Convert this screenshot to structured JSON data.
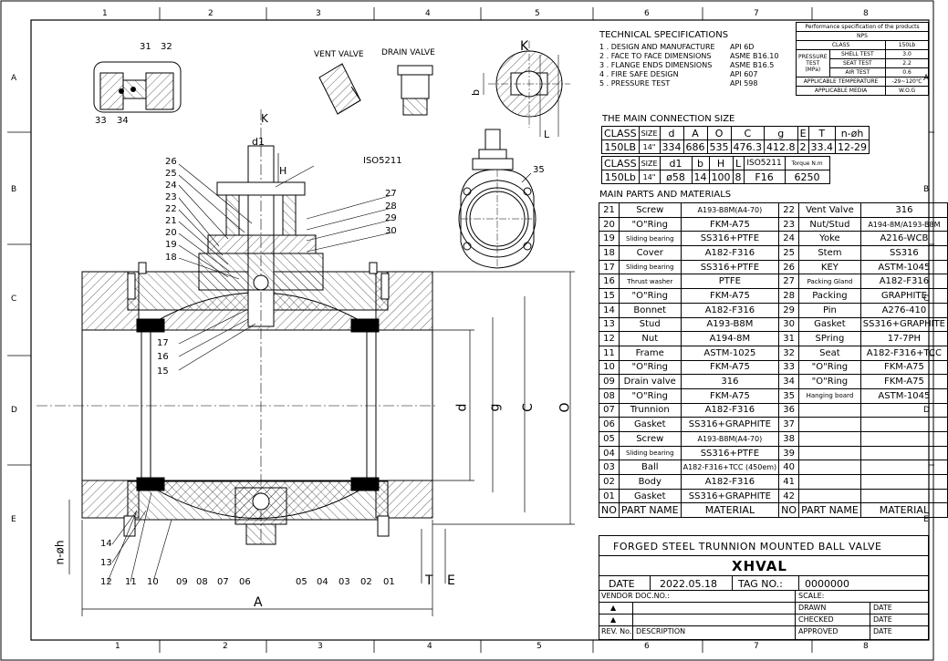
{
  "grid": {
    "cols": [
      "1",
      "2",
      "3",
      "4",
      "5",
      "6",
      "7",
      "8"
    ],
    "rows": [
      "A",
      "B",
      "C",
      "D",
      "E"
    ]
  },
  "tech_spec": {
    "title": "TECHNICAL SPECIFICATIONS",
    "items": [
      {
        "label": "1 . DESIGN AND MANUFACTURE",
        "value": "API 6D"
      },
      {
        "label": "2 . FACE TO FACE DIMENSIONS",
        "value": "ASME B16.10"
      },
      {
        "label": "3 . FLANGE ENDS DIMENSIONS",
        "value": "ASME B16.5"
      },
      {
        "label": "4 . FIRE SAFE DESIGN",
        "value": "API 607"
      },
      {
        "label": "5 . PRESSURE TEST",
        "value": "API 598"
      }
    ]
  },
  "performance": {
    "title": "Performance specification of the products",
    "nps": "NPS",
    "class_label": "CLASS",
    "class_value": "150Lb",
    "pressure_test": "PRESSURE TEST (MPa)",
    "shell_label": "SHELL TEST",
    "shell_value": "3.0",
    "seat_label": "SEAT TEST",
    "seat_value": "2.2",
    "air_label": "AIR TEST",
    "air_value": "0.6",
    "temp_label": "APPLICABLE TEMPERATURE",
    "temp_value": "-29~120℃",
    "media_label": "APPLICABLE MEDIA",
    "media_value": "W.O.G"
  },
  "connection": {
    "title": "THE MAIN CONNECTION SIZE",
    "header1": [
      "CLASS",
      "SIZE",
      "d",
      "A",
      "O",
      "C",
      "g",
      "E",
      "T",
      "n-øh"
    ],
    "row1": [
      "150LB",
      "14\"",
      "334",
      "686",
      "535",
      "476.3",
      "412.8",
      "2",
      "33.4",
      "12-29"
    ],
    "header2": [
      "CLASS",
      "SIZE",
      "d1",
      "b",
      "H",
      "L",
      "ISO5211",
      "Torque N.m"
    ],
    "row2": [
      "150Lb",
      "14\"",
      "ø58",
      "14",
      "100",
      "8",
      "F16",
      "6250"
    ]
  },
  "parts": {
    "title": "MAIN PARTS AND MATERIALS",
    "rows": [
      [
        "21",
        "Screw",
        "A193-B8M(A4-70)",
        "22",
        "Vent Valve",
        "316"
      ],
      [
        "20",
        "\"O\"Ring",
        "FKM-A75",
        "23",
        "Nut/Stud",
        "A194-8M/A193-B8M"
      ],
      [
        "19",
        "Sliding bearing",
        "SS316+PTFE",
        "24",
        "Yoke",
        "A216-WCB"
      ],
      [
        "18",
        "Cover",
        "A182-F316",
        "25",
        "Stem",
        "SS316"
      ],
      [
        "17",
        "Sliding bearing",
        "SS316+PTFE",
        "26",
        "KEY",
        "ASTM-1045"
      ],
      [
        "16",
        "Thrust washer",
        "PTFE",
        "27",
        "Packing Gland",
        "A182-F316"
      ],
      [
        "15",
        "\"O\"Ring",
        "FKM-A75",
        "28",
        "Packing",
        "GRAPHITE"
      ],
      [
        "14",
        "Bonnet",
        "A182-F316",
        "29",
        "Pin",
        "A276-410"
      ],
      [
        "13",
        "Stud",
        "A193-B8M",
        "30",
        "Gasket",
        "SS316+GRAPHITE"
      ],
      [
        "12",
        "Nut",
        "A194-8M",
        "31",
        "SPring",
        "17-7PH"
      ],
      [
        "11",
        "Frame",
        "ASTM-1025",
        "32",
        "Seat",
        "A182-F316+TCC"
      ],
      [
        "10",
        "\"O\"Ring",
        "FKM-A75",
        "33",
        "\"O\"Ring",
        "FKM-A75"
      ],
      [
        "09",
        "Drain valve",
        "316",
        "34",
        "\"O\"Ring",
        "FKM-A75"
      ],
      [
        "08",
        "\"O\"Ring",
        "FKM-A75",
        "35",
        "Hanging board",
        "ASTM-1045"
      ],
      [
        "07",
        "Trunnion",
        "A182-F316",
        "36",
        "",
        ""
      ],
      [
        "06",
        "Gasket",
        "SS316+GRAPHITE",
        "37",
        "",
        ""
      ],
      [
        "05",
        "Screw",
        "A193-B8M(A4-70)",
        "38",
        "",
        ""
      ],
      [
        "04",
        "Sliding bearing",
        "SS316+PTFE",
        "39",
        "",
        ""
      ],
      [
        "03",
        "Ball",
        "A182-F316+TCC (450em)",
        "40",
        "",
        ""
      ],
      [
        "02",
        "Body",
        "A182-F316",
        "41",
        "",
        ""
      ],
      [
        "01",
        "Gasket",
        "SS316+GRAPHITE",
        "42",
        "",
        ""
      ]
    ],
    "header": [
      "NO",
      "PART NAME",
      "MATERIAL",
      "NO",
      "PART NAME",
      "MATERIAL"
    ]
  },
  "title_block": {
    "product": "FORGED STEEL TRUNNION MOUNTED BALL VALVE",
    "brand": "XHVAL",
    "date_label": "DATE",
    "date_value": "2022.05.18",
    "tag_label": "TAG NO.:",
    "tag_value": "0000000",
    "vendor_label": "VENDOR DOC.NO.:",
    "scale_label": "SCALE:",
    "drawn_label": "DRAWN",
    "checked_label": "CHECKED",
    "approved_label": "APPROVED",
    "date_col": "DATE",
    "rev_no": "REV. No.",
    "description": "DESCRIPTION",
    "rev_marks": [
      "▲",
      "▲"
    ]
  },
  "drawing_labels": {
    "vent_valve": "VENT VALVE",
    "drain_valve": "DRAIN VALVE",
    "iso": "ISO5211",
    "view_k": "K",
    "view_k2": "K",
    "dim_d1": "d1",
    "dim_H": "H",
    "dim_A": "A",
    "dim_d": "d",
    "dim_g": "g",
    "dim_C": "C",
    "dim_O": "O",
    "dim_T": "T",
    "dim_E": "E",
    "dim_nh": "n-øh",
    "dim_b": "b",
    "dim_L": "L",
    "callouts_top": [
      "31",
      "32",
      "33",
      "34"
    ],
    "callouts_left": [
      "26",
      "25",
      "24",
      "23",
      "22",
      "21",
      "20",
      "19",
      "18",
      "17",
      "16",
      "15",
      "14",
      "13"
    ],
    "callouts_right": [
      "27",
      "28",
      "29",
      "30"
    ],
    "callouts_bottom": [
      "12",
      "11",
      "10",
      "09",
      "08",
      "07",
      "06",
      "05",
      "04",
      "03",
      "02",
      "01"
    ],
    "callout_35": "35"
  }
}
